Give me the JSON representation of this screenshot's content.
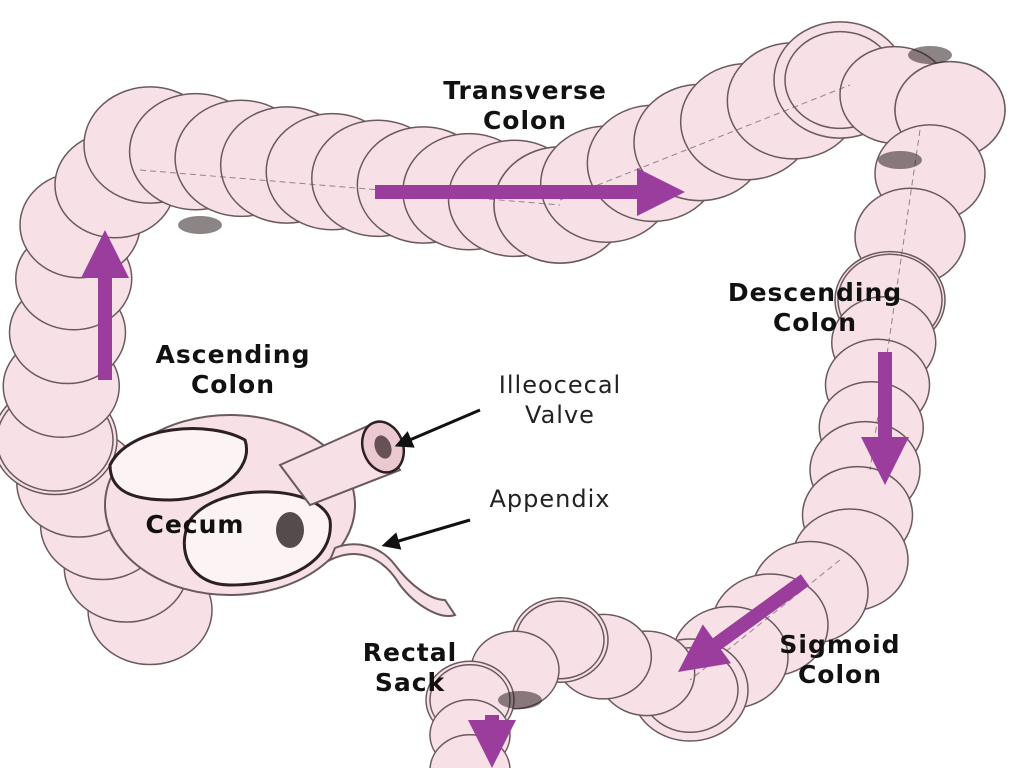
{
  "colors": {
    "tissue": "#f7e1e6",
    "tissue_shade": "#ecc8d0",
    "outline": "#6a5a5e",
    "arrow": "#9b3d9c",
    "pointer": "#111111",
    "dark": "#2d2022"
  },
  "labels": {
    "transverse": [
      "Transverse",
      "Colon"
    ],
    "descending": [
      "Descending",
      "Colon"
    ],
    "ascending": [
      "Ascending",
      "Colon"
    ],
    "ileocecal": [
      "Illeocecal",
      "Valve"
    ],
    "appendix": [
      "Appendix"
    ],
    "cecum": [
      "Cecum"
    ],
    "rectal": [
      "Rectal",
      "Sack"
    ],
    "sigmoid": [
      "Sigmoid",
      "Colon"
    ]
  }
}
